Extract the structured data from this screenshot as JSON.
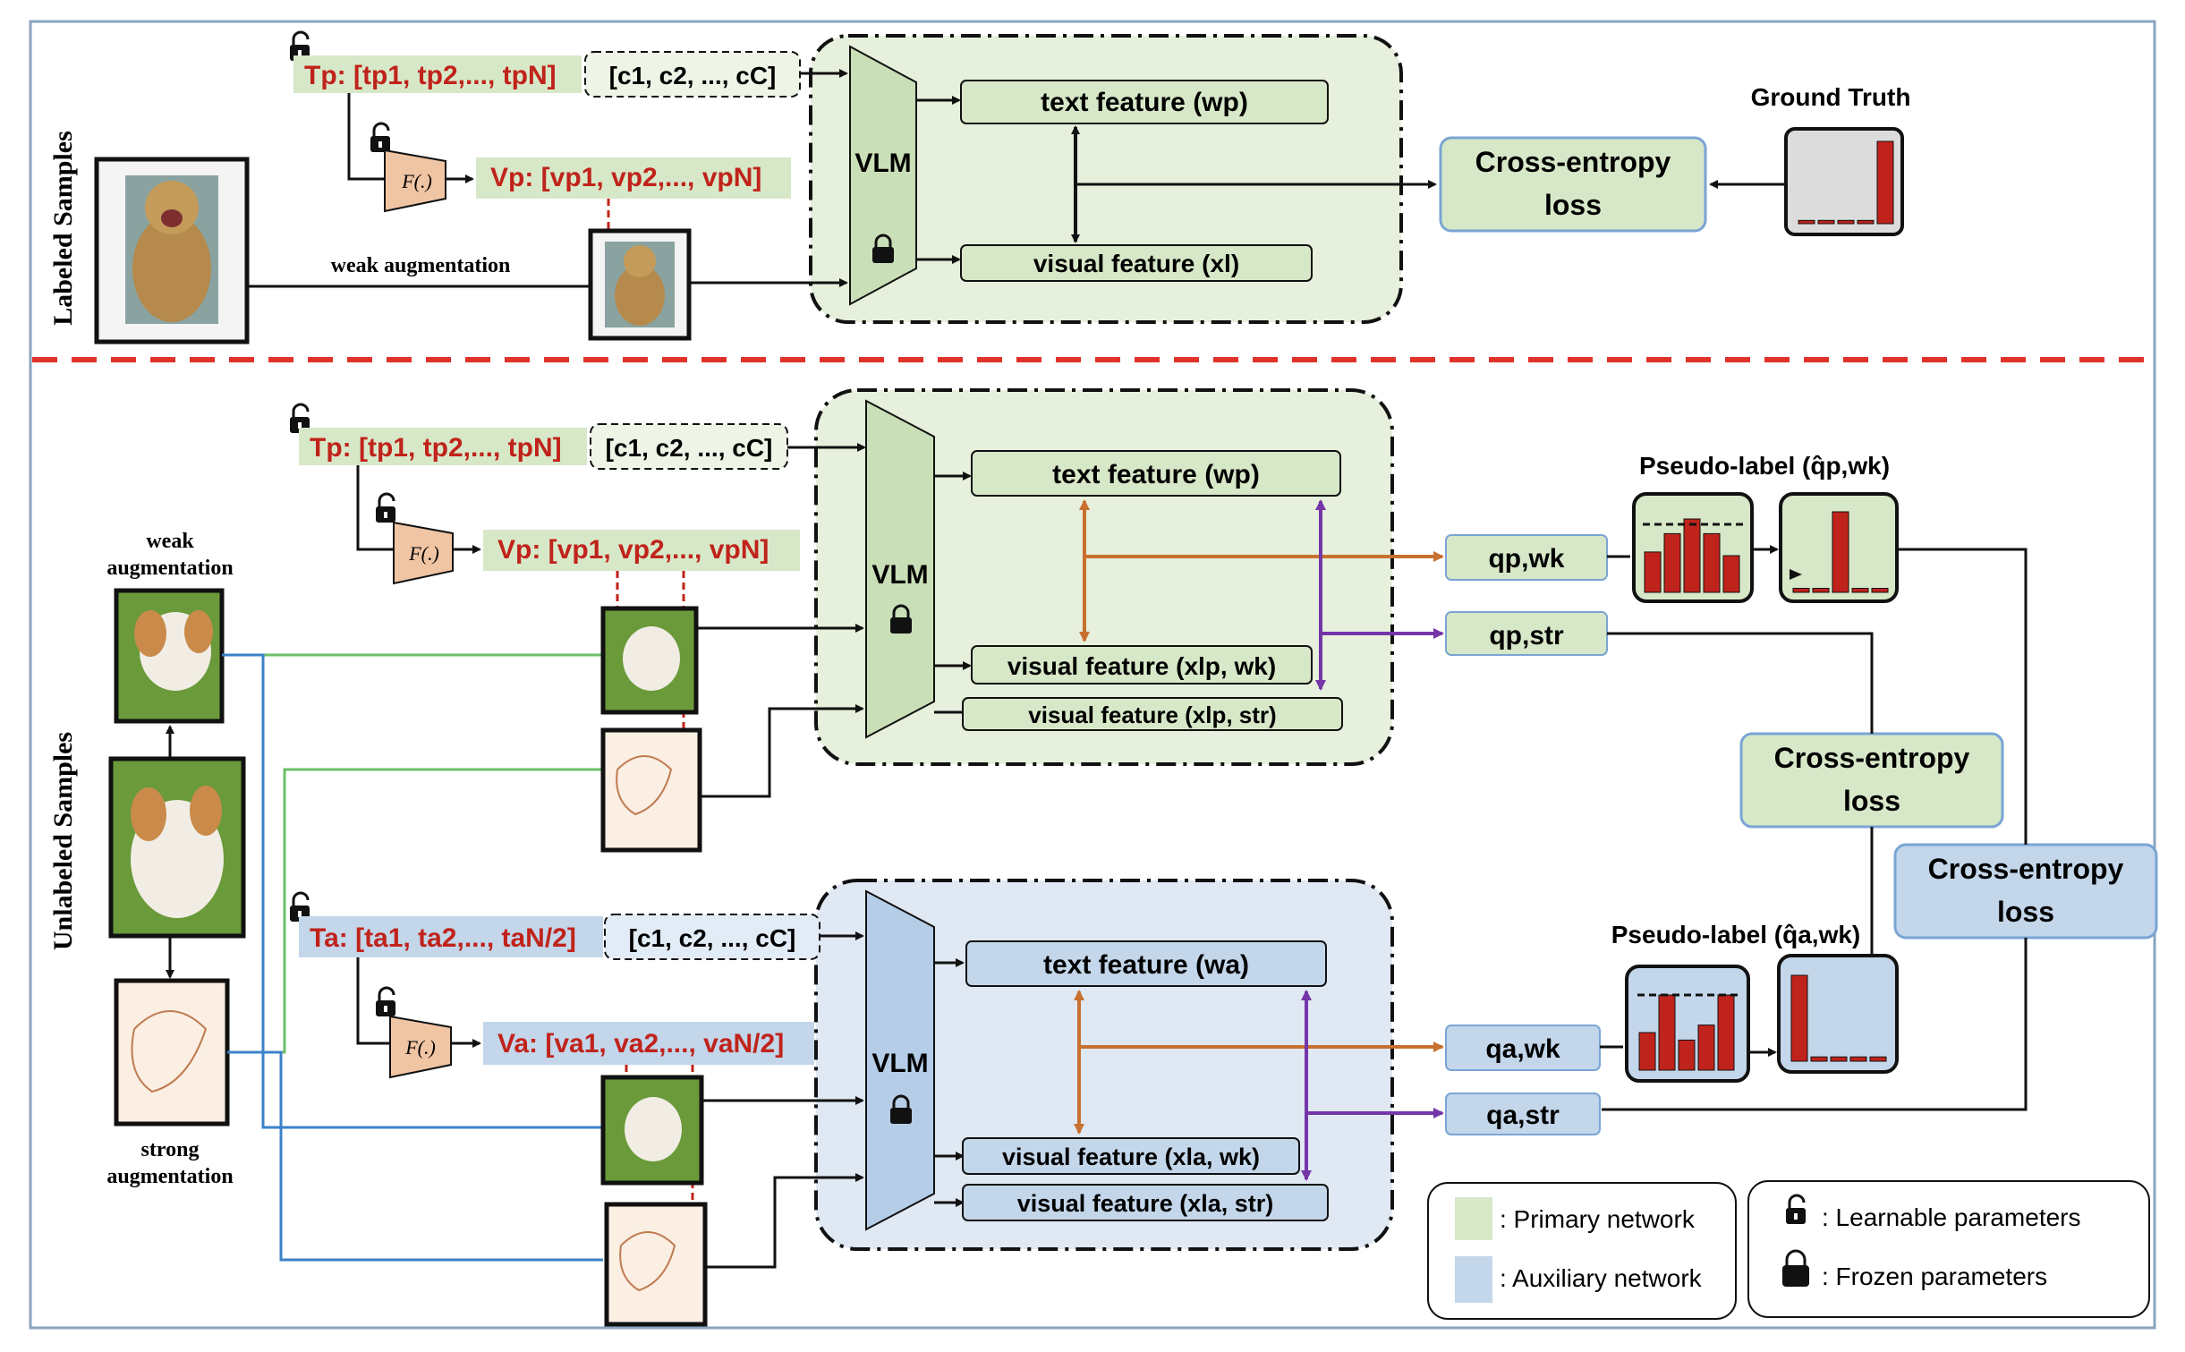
{
  "side_labels": {
    "labeled": "Labeled Samples",
    "unlabeled": "Unlabeled Samples"
  },
  "labeled": {
    "tp": "Tp: [tp1, tp2,..., tpN]",
    "class_tokens": "[c1, c2, ..., cC]",
    "f_label": "F(.)",
    "vp": "Vp: [vp1, vp2,..., vpN]",
    "weak_aug": "weak augmentation",
    "vlm": "VLM",
    "text_feature": "text feature (wp)",
    "visual_feature": "visual feature (xl)",
    "cross_entropy": [
      "Cross-entropy",
      "loss"
    ],
    "ground_truth": "Ground Truth",
    "gt_bars": [
      0.04,
      0.04,
      0.04,
      0.04,
      1.0
    ]
  },
  "unlabeled": {
    "weak_aug": [
      "weak",
      "augmentation"
    ],
    "strong_aug": [
      "strong",
      "augmentation"
    ],
    "primary": {
      "tp": "Tp: [tp1, tp2,..., tpN]",
      "class_tokens": "[c1, c2, ..., cC]",
      "f_label": "F(.)",
      "vp": "Vp: [vp1, vp2,..., vpN]",
      "vlm": "VLM",
      "text_feature": "text feature (wp)",
      "visual_feature_wk": "visual feature (xlp, wk)",
      "visual_feature_str": "visual feature (xlp, str)",
      "q_wk": "qp,wk",
      "q_str": "qp,str",
      "pseudo_label": "Pseudo-label (q̂p,wk)",
      "soft_bars": [
        0.55,
        0.8,
        1.0,
        0.8,
        0.5
      ],
      "hard_bars": [
        0.05,
        0.05,
        1.0,
        0.05,
        0.05
      ]
    },
    "auxiliary": {
      "ta": "Ta: [ta1, ta2,..., taN/2]",
      "class_tokens": "[c1, c2, ..., cC]",
      "f_label": "F(.)",
      "va": "Va: [va1, va2,..., vaN/2]",
      "vlm": "VLM",
      "text_feature": "text feature (wa)",
      "visual_feature_wk": "visual feature (xla, wk)",
      "visual_feature_str": "visual feature (xla, str)",
      "q_wk": "qa,wk",
      "q_str": "qa,str",
      "pseudo_label": "Pseudo-label (q̂a,wk)",
      "soft_bars": [
        0.5,
        1.0,
        0.4,
        0.6,
        1.0
      ],
      "hard_bars": [
        1.0,
        0.05,
        0.05,
        0.05,
        0.05
      ]
    },
    "cross_entropy_primary": [
      "Cross-entropy",
      "loss"
    ],
    "cross_entropy_aux": [
      "Cross-entropy",
      "loss"
    ]
  },
  "legend": {
    "primary": ": Primary network",
    "auxiliary": ": Auxiliary network",
    "learnable": ": Learnable parameters",
    "frozen": ": Frozen parameters"
  },
  "colors": {
    "green_fill": "#d7e8c8",
    "green_panel": "#e6f0dc",
    "blue_fill": "#c3d6ea",
    "blue_panel": "#dfe8f3",
    "peach": "#f0c5a4",
    "red_text": "#c0231b",
    "orange_arrow": "#c8702f",
    "purple_arrow": "#7436a8",
    "green_line": "#6cbf6a",
    "blue_line": "#3b82c8",
    "gt_box": "#dcdcdc",
    "bar_red": "#c0231b",
    "dashed_red": "#e0322a"
  }
}
